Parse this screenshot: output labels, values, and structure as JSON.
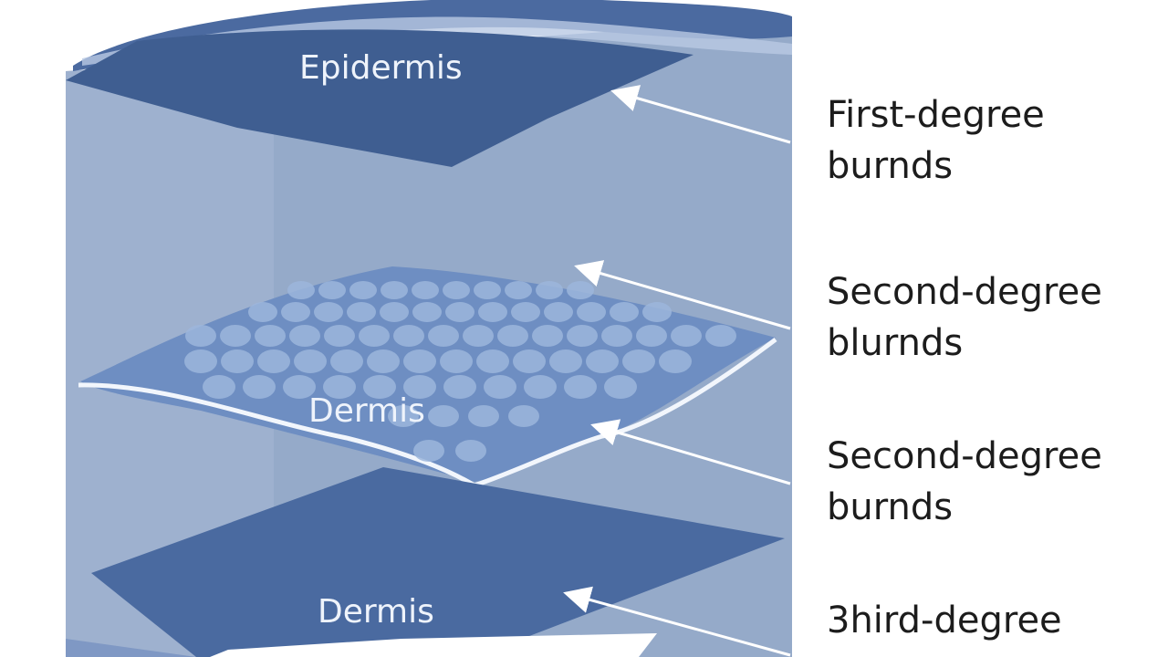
{
  "layers": {
    "epidermis_label": "Epidermis",
    "dermis_upper_label": "Dermis",
    "dermis_lower_label": "Dermis"
  },
  "callouts": [
    {
      "line1": "First-degree",
      "line2": "burnds"
    },
    {
      "line1": "Second-degree",
      "line2": "blurnds"
    },
    {
      "line1": "Second-degree",
      "line2": "burnds"
    },
    {
      "line1": "3hird-degree",
      "line2": ""
    }
  ],
  "colors": {
    "block_body": "#95aac9",
    "epidermis": "#3f5e91",
    "dermis_sheet": "#6e8ec2",
    "bubbles": "#9cb6dc",
    "deep_dermis": "#4a6aa0",
    "arrow": "#ffffff",
    "text": "#1c1c1c"
  }
}
